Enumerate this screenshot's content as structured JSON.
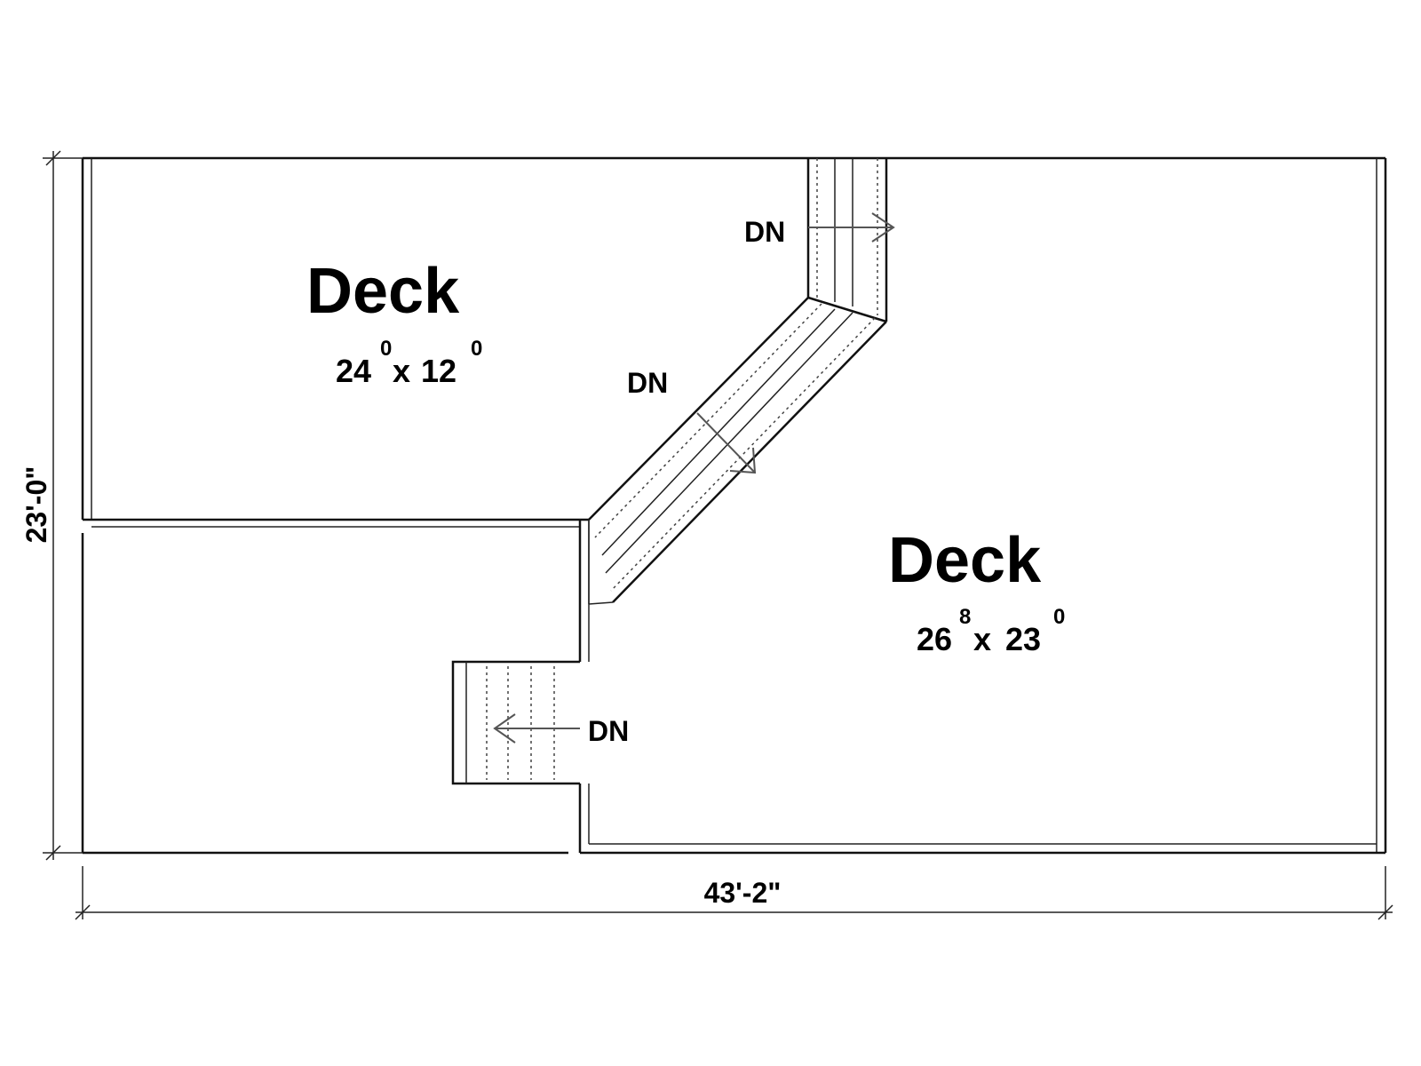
{
  "rooms": {
    "deck_left": {
      "name": "Deck",
      "w_ft": "24",
      "w_in": "0",
      "x": "x",
      "d_ft": "12",
      "d_in": "0"
    },
    "deck_right": {
      "name": "Deck",
      "w_ft": "26",
      "w_in": "8",
      "x": "x",
      "d_ft": "23",
      "d_in": "0"
    }
  },
  "stairs": {
    "top_label": "DN",
    "diagonal_label": "DN",
    "bottom_label": "DN"
  },
  "dimensions": {
    "overall_height": "23'-0\"",
    "overall_width": "43'-2\""
  }
}
